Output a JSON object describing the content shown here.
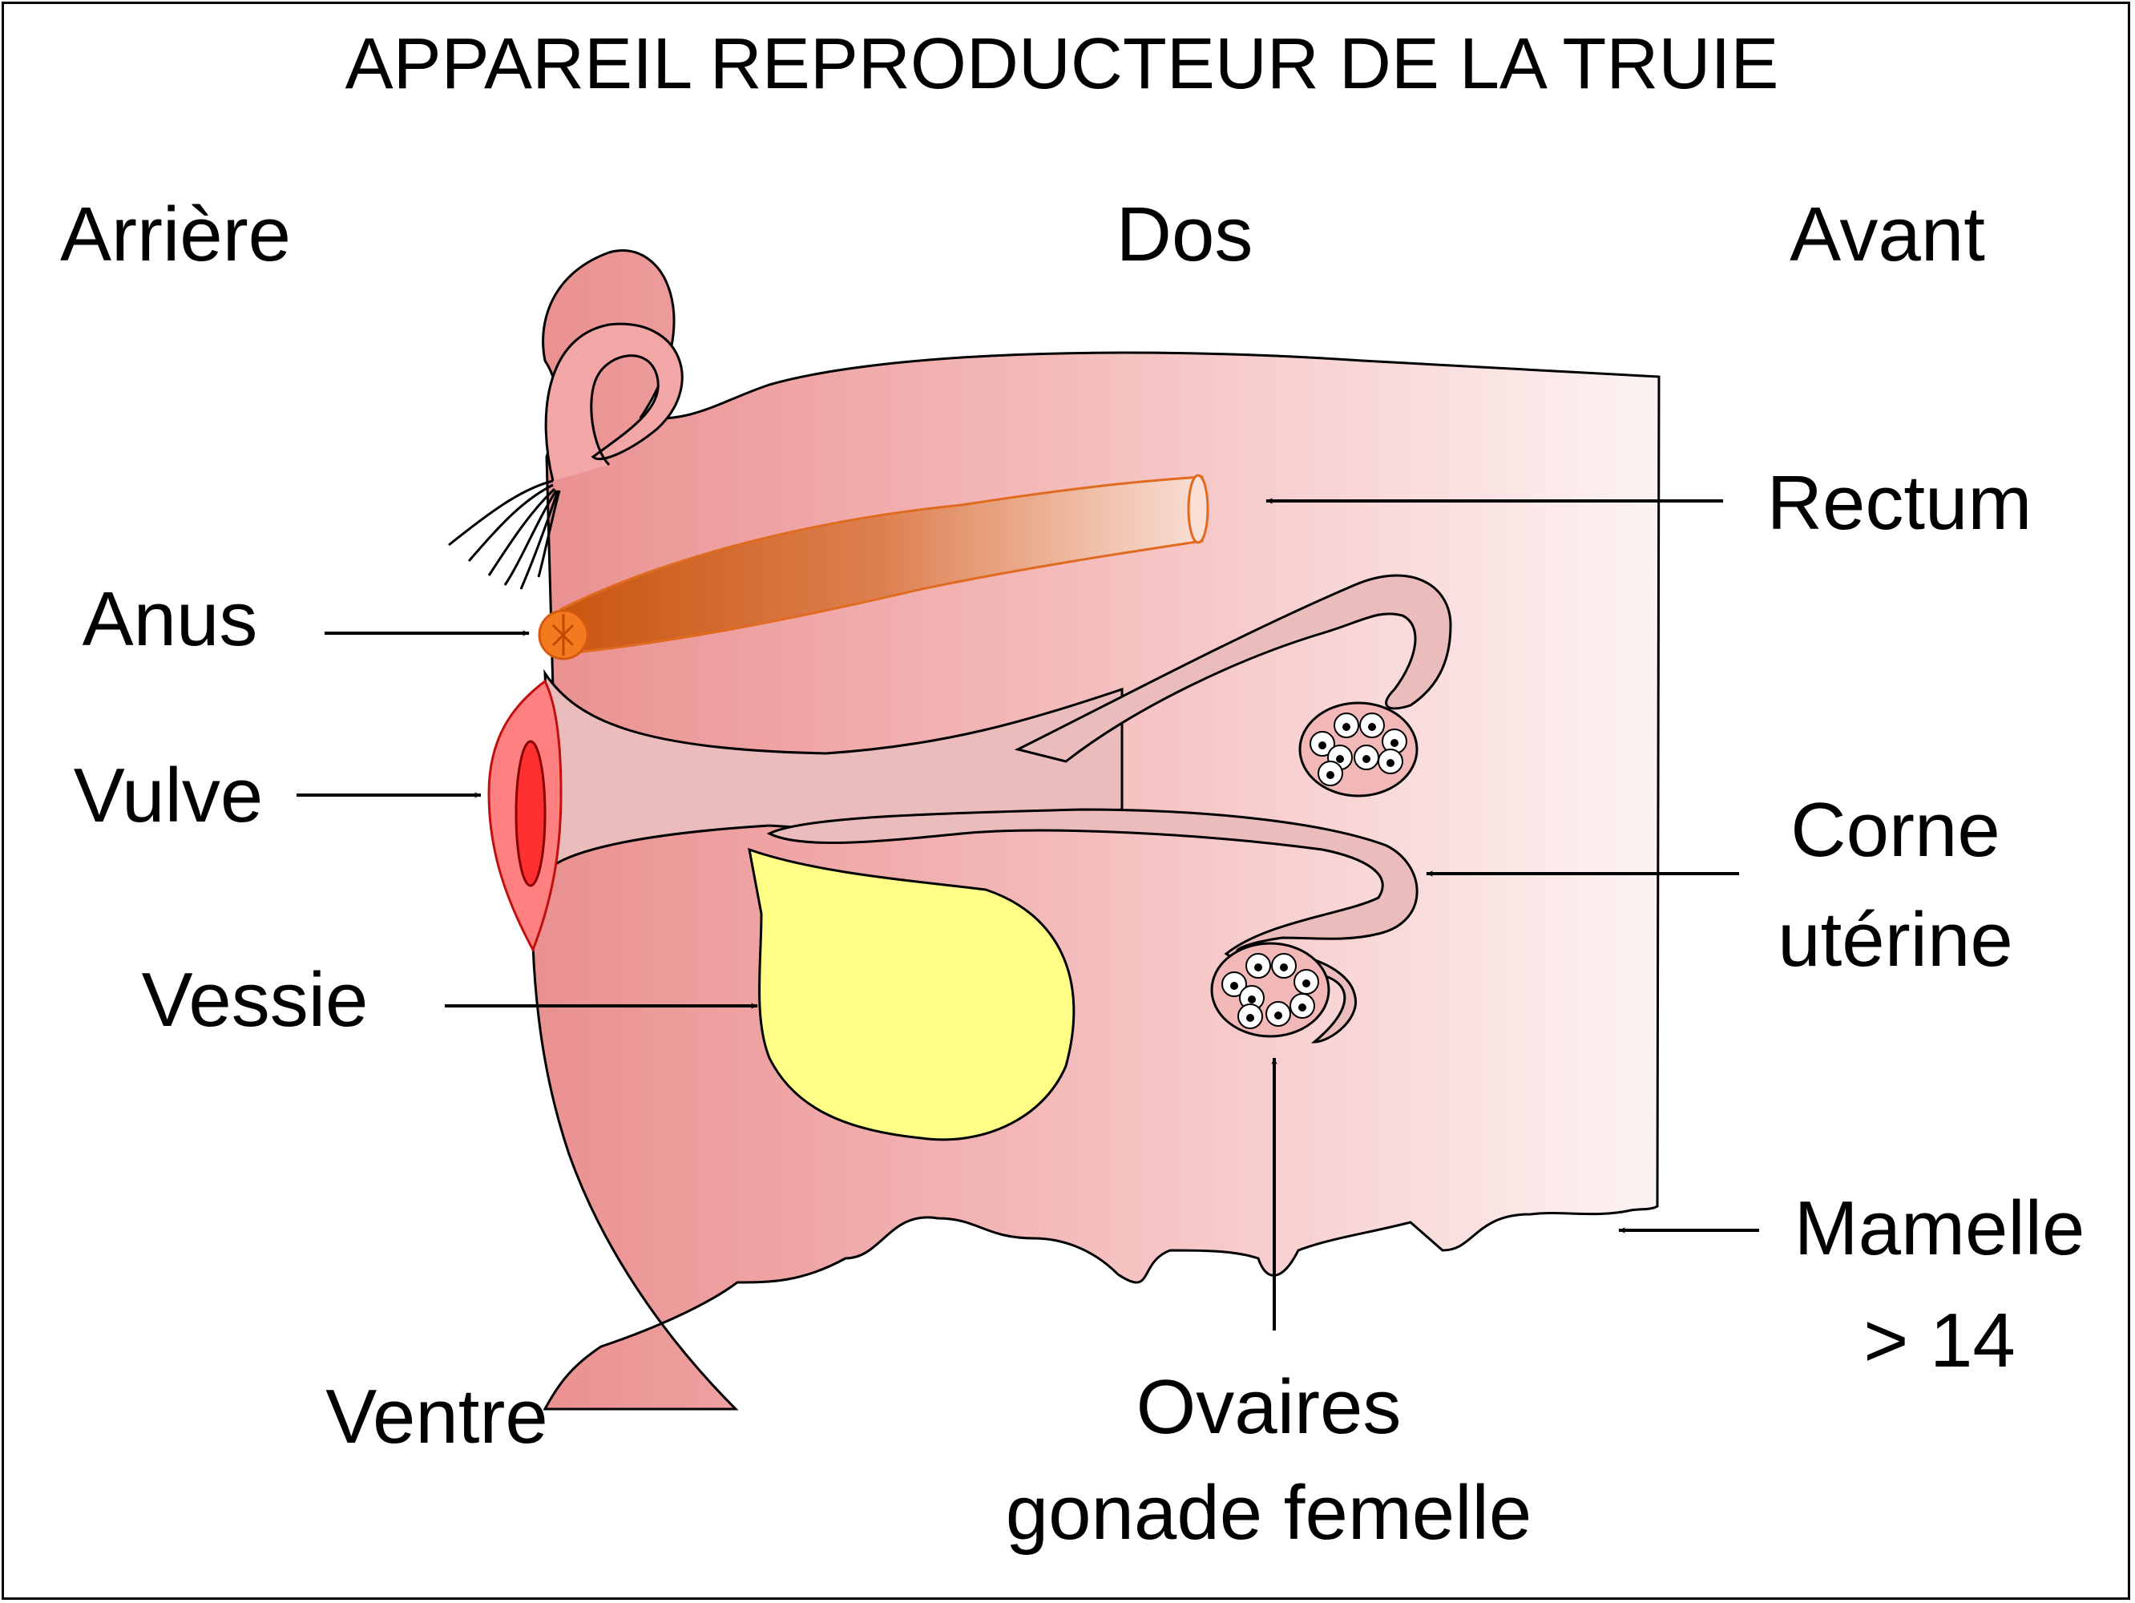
{
  "title": "APPAREIL REPRODUCTEUR DE LA TRUIE",
  "orientation": {
    "back": "Arrière",
    "top": "Dos",
    "front": "Avant",
    "bottom": "Ventre"
  },
  "labels": {
    "rectum": "Rectum",
    "anus": "Anus",
    "vulva": "Vulve",
    "bladder": "Vessie",
    "uterine_horn_line1": "Corne",
    "uterine_horn_line2": "utérine",
    "teat_line1": "Mamelle",
    "teat_line2": "> 14",
    "ovaries_line1": "Ovaires",
    "ovaries_line2": "gonade femelle"
  },
  "colors": {
    "body_dark": "#ea9292",
    "body_light": "#ffffff",
    "rectum_dark": "#c9560f",
    "rectum_light": "#f7d9cf",
    "anus": "#f47a20",
    "vulva": "#ff8080",
    "vulva_slit": "#ff3030",
    "bladder": "#ffff88",
    "uterus": "#ebbcbc",
    "ovary": "#f2b8b8"
  }
}
